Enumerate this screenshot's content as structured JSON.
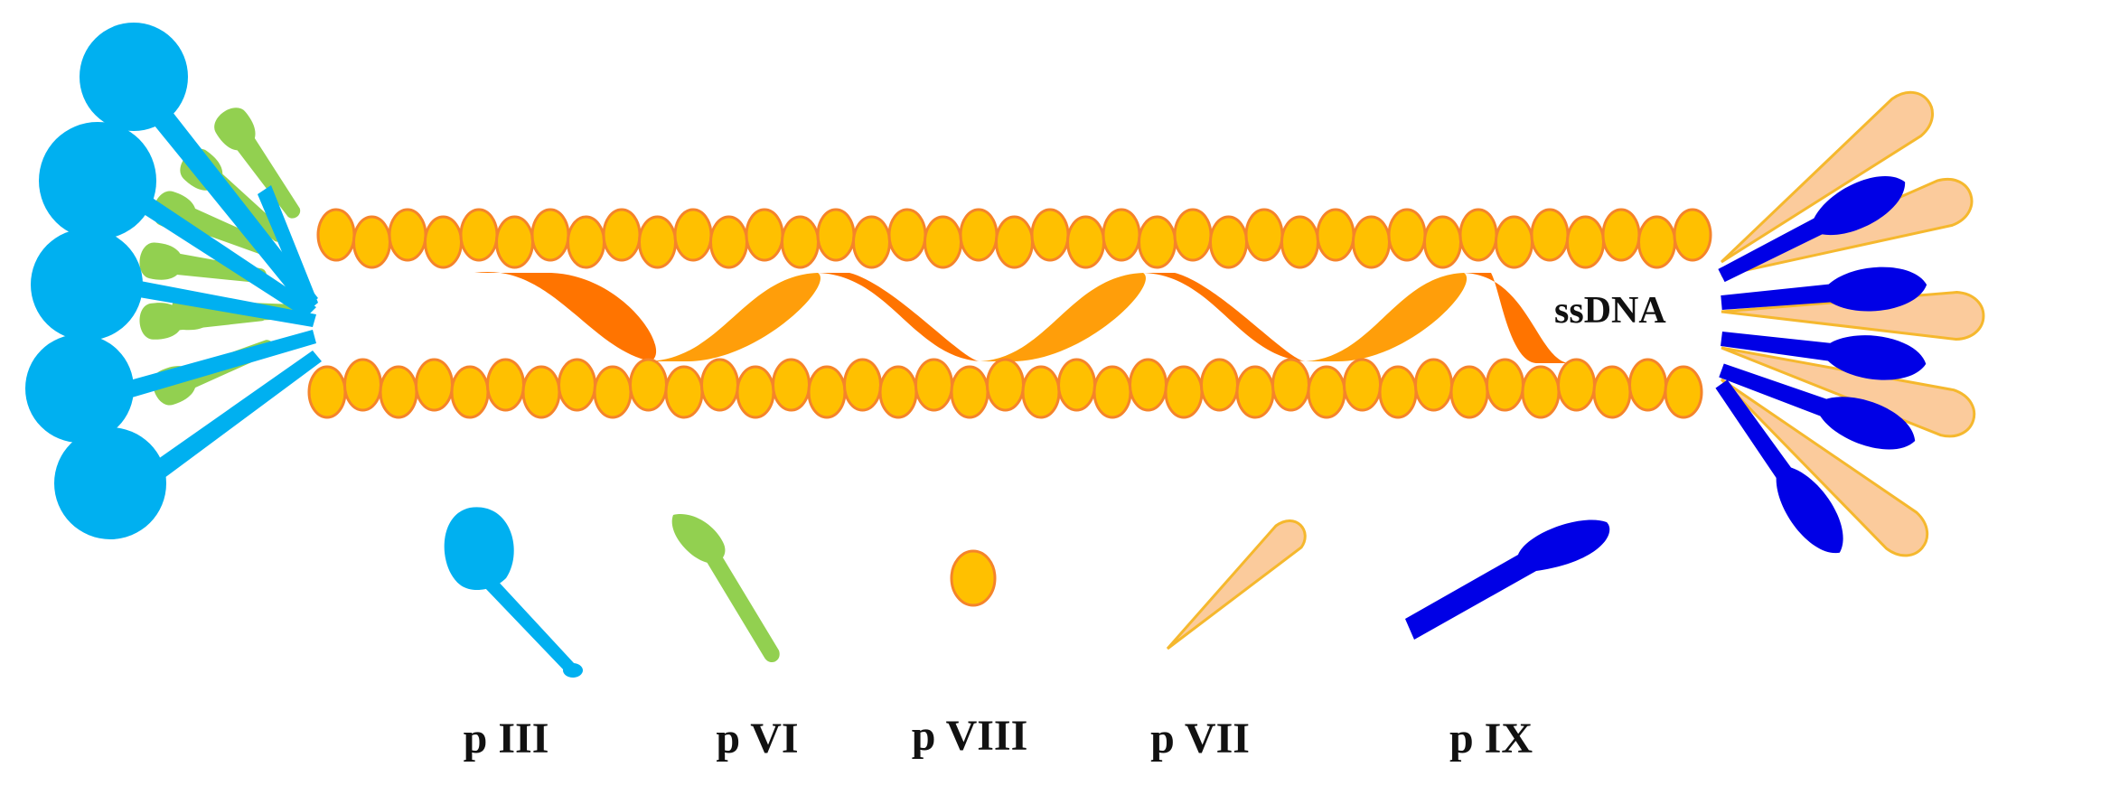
{
  "diagram": {
    "structure_label": "ssDNA",
    "legend": [
      {
        "key": "p3",
        "label": "p III"
      },
      {
        "key": "p6",
        "label": "p VI"
      },
      {
        "key": "p8",
        "label": "p VIII"
      },
      {
        "key": "p7",
        "label": "p VII"
      },
      {
        "key": "p9",
        "label": "p IX"
      }
    ]
  },
  "colors": {
    "p3": "#00b0f0",
    "p6": "#92d050",
    "p8_fill": "#ffc000",
    "p8_stroke": "#f5842a",
    "p7_fill": "#fbcb9c",
    "p7_stroke": "#f5b82e",
    "p9": "#0000e6",
    "ssdna_a": "#ff7400",
    "ssdna_b": "#ff9e0a"
  }
}
